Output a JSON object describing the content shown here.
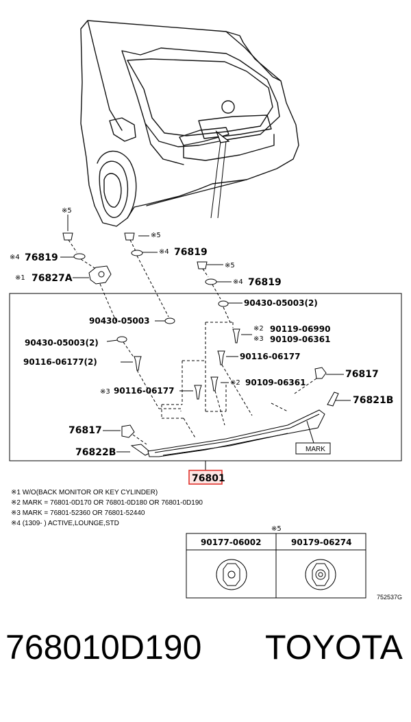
{
  "callouts": {
    "c_76819_a": "76819",
    "c_76827a": "76827A",
    "c_76819_b": "76819",
    "c_76819_c": "76819",
    "c_90430_05003_2_top": "90430-05003(2)",
    "c_90430_05003": "90430-05003",
    "c_90430_05003_2": "90430-05003(2)",
    "c_90119_06990": "90119-06990",
    "c_90109_06361_a": "90109-06361",
    "c_90116_06177_2": "90116-06177(2)",
    "c_90116_06177_a": "90116-06177",
    "c_90116_06177_b": "90116-06177",
    "c_90109_06361_b": "90109-06361",
    "c_76817_a": "76817",
    "c_76821b": "76821B",
    "c_76817_b": "76817",
    "c_76822b": "76822B",
    "mark_box": "MARK",
    "main_part": "76801",
    "drawing_code": "752537G"
  },
  "marks": {
    "m5": "※5",
    "m4": "※4",
    "m1": "※1",
    "m2": "※2",
    "m3": "※3"
  },
  "notes": [
    "※1 W/O(BACK MONITOR OR KEY CYLINDER)",
    "※2 MARK = 76801-0D170 OR 76801-0D180 OR 76801-0D190",
    "※3 MARK = 76801-52360 OR 76801-52440",
    "※4 (1309-        ) ACTIVE,LOUNGE,STD"
  ],
  "inset_table": {
    "title": "※5",
    "headers": [
      "90177-06002",
      "90179-06274"
    ]
  },
  "footer": {
    "part_number": "768010D190",
    "brand": "TOYOTA"
  },
  "colors": {
    "highlight": "#e0312b"
  }
}
